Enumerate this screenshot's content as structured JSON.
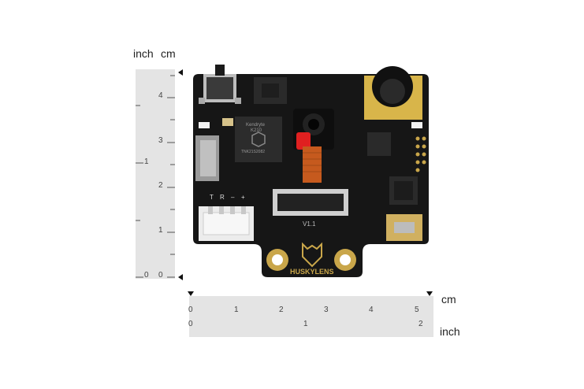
{
  "vertical_ruler": {
    "unit_left": "inch",
    "unit_right": "cm",
    "inch_ticks": [
      "0",
      "1"
    ],
    "cm_ticks": [
      "0",
      "1",
      "2",
      "3",
      "4"
    ]
  },
  "horizontal_ruler": {
    "unit_top": "cm",
    "unit_bottom": "inch",
    "cm_ticks": [
      "0",
      "1",
      "2",
      "3",
      "4",
      "5"
    ],
    "inch_ticks": [
      "0",
      "1",
      "2"
    ]
  },
  "board": {
    "chip_text": [
      "Kendryte",
      "K210",
      "TNK21S2082"
    ],
    "version_text": "V1.1",
    "brand_text": "HUSKYLENS",
    "pin_labels": [
      "T",
      "R",
      "–",
      "+"
    ]
  },
  "colors": {
    "board": "#151515",
    "gold": "#c9a64a",
    "ruler": "#e4e4e4"
  }
}
